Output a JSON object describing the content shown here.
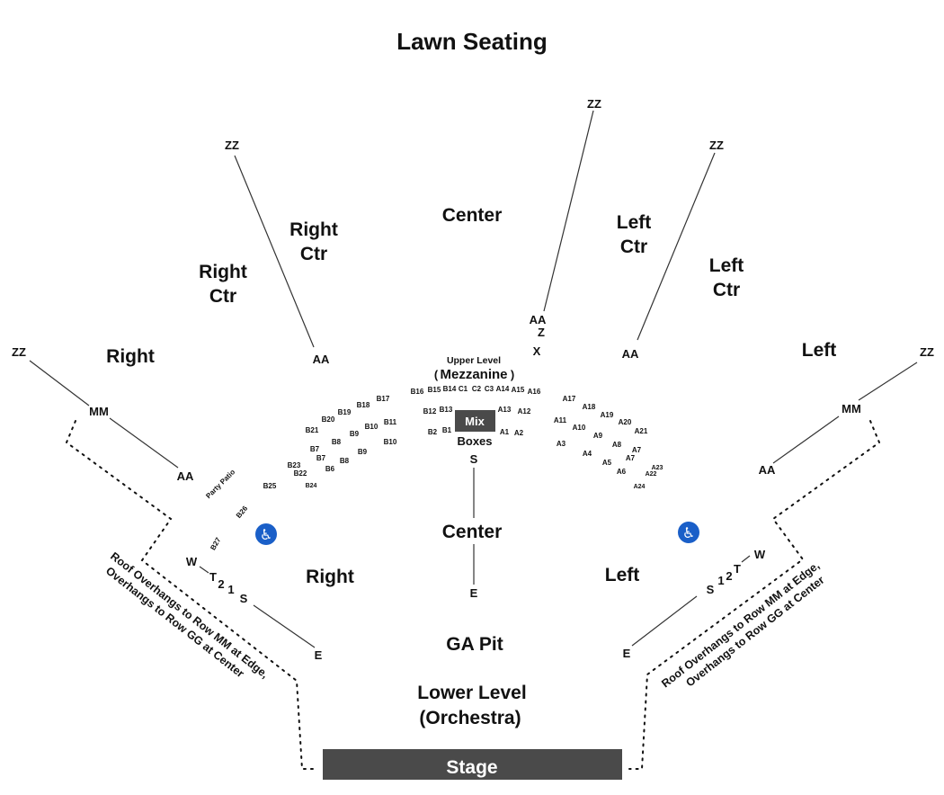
{
  "title": "Lawn Seating",
  "lawn": {
    "center": "Center",
    "right_ctr_inner": [
      "Right",
      "Ctr"
    ],
    "right_ctr_outer": [
      "Right",
      "Ctr"
    ],
    "left_ctr_inner": [
      "Left",
      "Ctr"
    ],
    "left_ctr_outer": [
      "Left",
      "Ctr"
    ],
    "right": "Right",
    "left": "Left"
  },
  "row_markers": {
    "zz": "ZZ",
    "aa": "AA",
    "mm": "MM",
    "z": "Z",
    "x": "X",
    "w": "W",
    "t": "T",
    "two": "2",
    "one": "1",
    "s": "S",
    "e": "E"
  },
  "mezzanine": {
    "upper_level": "Upper Level",
    "paren_open": "(",
    "name": "Mezzanine",
    "paren_close": ")",
    "mix": "Mix",
    "boxes": "Boxes",
    "party_patio": "Party Patio",
    "boxes_top": [
      "B16",
      "B15",
      "B14",
      "C1",
      "C2",
      "C3",
      "A14",
      "A15",
      "A16"
    ],
    "boxes_mid_left": [
      "B12",
      "B13"
    ],
    "boxes_mid_right": [
      "A13",
      "A12"
    ],
    "boxes_low_left": [
      "B2",
      "B1"
    ],
    "boxes_low_right": [
      "A1",
      "A2"
    ],
    "right_boxes": [
      "B17",
      "B18",
      "B19",
      "B20",
      "B21",
      "B11",
      "B10",
      "B9",
      "B8",
      "B7",
      "B23",
      "B10",
      "B9",
      "B8",
      "B6",
      "B7",
      "B22",
      "B24",
      "B25",
      "B26",
      "B27"
    ],
    "left_boxes": [
      "A17",
      "A18",
      "A19",
      "A20",
      "A21",
      "A11",
      "A10",
      "A9",
      "A8",
      "A7",
      "A3",
      "A4",
      "A5",
      "A6",
      "A7",
      "A23",
      "A22",
      "A24"
    ]
  },
  "orchestra": {
    "center": "Center",
    "right": "Right",
    "left": "Left",
    "ga_pit": "GA Pit",
    "lower_level": "Lower Level",
    "orchestra": "(Orchestra)",
    "stage": "Stage"
  },
  "roof_note": [
    "Roof Overhangs to Row MM at Edge,",
    "Overhangs to Row GG at Center"
  ],
  "icons": [
    "wheelchair-icon"
  ],
  "colors": {
    "stage": "#4a4a4a",
    "mix": "#4a4a4a",
    "accessible": "#1a5fc8"
  }
}
